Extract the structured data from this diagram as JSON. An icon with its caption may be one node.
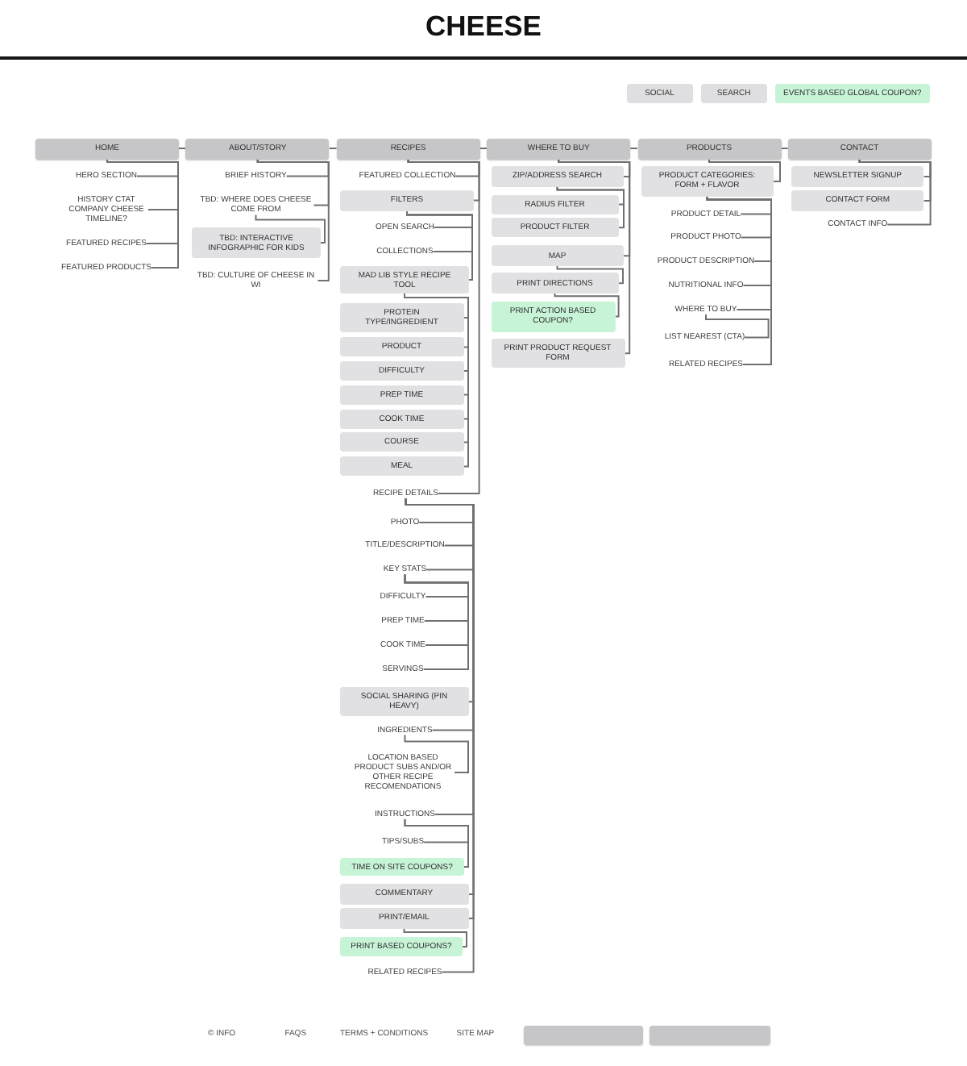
{
  "diagram": {
    "title": "CHEESE",
    "nodes": [
      {
        "text": [
          "SOCIAL"
        ]
      },
      {
        "text": [
          "SEARCH"
        ]
      },
      {
        "text": [
          "EVENTS BASED GLOBAL COUPON?"
        ]
      },
      {
        "text": [
          "HOME"
        ]
      },
      {
        "text": [
          "ABOUT/STORY"
        ]
      },
      {
        "text": [
          "RECIPES"
        ]
      },
      {
        "text": [
          "WHERE TO BUY"
        ]
      },
      {
        "text": [
          "PRODUCTS"
        ]
      },
      {
        "text": [
          "CONTACT"
        ]
      },
      {
        "text": [
          "HERO SECTION"
        ]
      },
      {
        "text": [
          "HISTORY CTAT COMPANY CHEESE TIMELINE?"
        ]
      },
      {
        "text": [
          "FEATURED RECIPES"
        ]
      },
      {
        "text": [
          "FEATURED PRODUCTS"
        ]
      },
      {
        "text": [
          "BRIEF HISTORY"
        ]
      },
      {
        "text": [
          "TBD: WHERE DOES CHEESE COME FROM"
        ]
      },
      {
        "text": [
          "TBD: INTERACTIVE INFOGRAPHIC FOR KIDS"
        ]
      },
      {
        "text": [
          "TBD: CULTURE OF CHEESE IN WI"
        ]
      },
      {
        "text": [
          "FEATURED COLLECTION"
        ]
      },
      {
        "text": [
          "FILTERS"
        ]
      },
      {
        "text": [
          "OPEN SEARCH"
        ]
      },
      {
        "text": [
          "COLLECTIONS"
        ]
      },
      {
        "text": [
          "MAD LIB STYLE RECIPE TOOL"
        ]
      },
      {
        "text": [
          "PROTEIN TYPE/INGREDIENT"
        ]
      },
      {
        "text": [
          "PRODUCT"
        ]
      },
      {
        "text": [
          "DIFFICULTY"
        ]
      },
      {
        "text": [
          "PREP TIME"
        ]
      },
      {
        "text": [
          "COOK TIME"
        ]
      },
      {
        "text": [
          "COURSE"
        ]
      },
      {
        "text": [
          "MEAL"
        ]
      },
      {
        "text": [
          "RECIPE DETAILS"
        ]
      },
      {
        "text": [
          "PHOTO"
        ]
      },
      {
        "text": [
          "TITLE/DESCRIPTION"
        ]
      },
      {
        "text": [
          "KEY STATS"
        ]
      },
      {
        "text": [
          "DIFFICULTY"
        ]
      },
      {
        "text": [
          "PREP TIME"
        ]
      },
      {
        "text": [
          "COOK TIME"
        ]
      },
      {
        "text": [
          "SERVINGS"
        ]
      },
      {
        "text": [
          "SOCIAL SHARING (PIN HEAVY)"
        ]
      },
      {
        "text": [
          "INGREDIENTS"
        ]
      },
      {
        "text": [
          "LOCATION BASED PRODUCT SUBS AND/OR OTHER RECIPE RECOMENDATIONS"
        ]
      },
      {
        "text": [
          "INSTRUCTIONS"
        ]
      },
      {
        "text": [
          "TIPS/SUBS"
        ]
      },
      {
        "text": [
          "TIME ON SITE COUPONS?"
        ]
      },
      {
        "text": [
          "COMMENTARY"
        ]
      },
      {
        "text": [
          "PRINT/EMAIL"
        ]
      },
      {
        "text": [
          "PRINT BASED COUPONS?"
        ]
      },
      {
        "text": [
          "RELATED RECIPES"
        ]
      },
      {
        "text": [
          "ZIP/ADDRESS SEARCH"
        ]
      },
      {
        "text": [
          "RADIUS FILTER"
        ]
      },
      {
        "text": [
          "PRODUCT FILTER"
        ]
      },
      {
        "text": [
          "MAP"
        ]
      },
      {
        "text": [
          "PRINT DIRECTIONS"
        ]
      },
      {
        "text": [
          "PRINT ACTION BASED COUPON?"
        ]
      },
      {
        "text": [
          "PRINT PRODUCT REQUEST FORM"
        ]
      },
      {
        "text": [
          "PRODUCT CATEGORIES: FORM + FLAVOR"
        ]
      },
      {
        "text": [
          "PRODUCT DETAIL"
        ]
      },
      {
        "text": [
          "PRODUCT PHOTO"
        ]
      },
      {
        "text": [
          "PRODUCT DESCRIPTION"
        ]
      },
      {
        "text": [
          "NUTRITIONAL INFO"
        ]
      },
      {
        "text": [
          "WHERE TO BUY"
        ]
      },
      {
        "text": [
          "LIST NEAREST (CTA)"
        ]
      },
      {
        "text": [
          "RELATED RECIPES"
        ]
      },
      {
        "text": [
          "NEWSLETTER SIGNUP"
        ]
      },
      {
        "text": [
          "CONTACT FORM"
        ]
      },
      {
        "text": [
          "CONTACT INFO"
        ]
      },
      {
        "text": [],
        "shape": "box"
      },
      {
        "text": [],
        "shape": "box"
      }
    ],
    "edges": [
      {
        "from": 3,
        "to": 4,
        "arrow": "none"
      },
      {
        "from": 4,
        "to": 5,
        "arrow": "none"
      },
      {
        "from": 5,
        "to": 6,
        "arrow": "none"
      },
      {
        "from": 6,
        "to": 7,
        "arrow": "none"
      },
      {
        "from": 7,
        "to": 8,
        "arrow": "none"
      },
      {
        "from": 3,
        "to": 9,
        "arrow": "none"
      },
      {
        "from": 3,
        "to": 10,
        "arrow": "none"
      },
      {
        "from": 3,
        "to": 11,
        "arrow": "none"
      },
      {
        "from": 3,
        "to": 12,
        "arrow": "none"
      },
      {
        "from": 4,
        "to": 13,
        "arrow": "none"
      },
      {
        "from": 4,
        "to": 14,
        "arrow": "none"
      },
      {
        "from": 14,
        "to": 15,
        "arrow": "none"
      },
      {
        "from": 4,
        "to": 16,
        "arrow": "none"
      },
      {
        "from": 5,
        "to": 17,
        "arrow": "none"
      },
      {
        "from": 5,
        "to": 18,
        "arrow": "none"
      },
      {
        "from": 18,
        "to": 19,
        "arrow": "none"
      },
      {
        "from": 18,
        "to": 20,
        "arrow": "none"
      },
      {
        "from": 18,
        "to": 21,
        "arrow": "none"
      },
      {
        "from": 21,
        "to": 22,
        "arrow": "none"
      },
      {
        "from": 21,
        "to": 23,
        "arrow": "none"
      },
      {
        "from": 21,
        "to": 24,
        "arrow": "none"
      },
      {
        "from": 21,
        "to": 25,
        "arrow": "none"
      },
      {
        "from": 21,
        "to": 26,
        "arrow": "none"
      },
      {
        "from": 21,
        "to": 27,
        "arrow": "none"
      },
      {
        "from": 21,
        "to": 28,
        "arrow": "none"
      },
      {
        "from": 5,
        "to": 29,
        "arrow": "none"
      },
      {
        "from": 29,
        "to": 30,
        "arrow": "none"
      },
      {
        "from": 29,
        "to": 31,
        "arrow": "none"
      },
      {
        "from": 29,
        "to": 32,
        "arrow": "none"
      },
      {
        "from": 32,
        "to": 33,
        "arrow": "none"
      },
      {
        "from": 32,
        "to": 34,
        "arrow": "none"
      },
      {
        "from": 32,
        "to": 35,
        "arrow": "none"
      },
      {
        "from": 32,
        "to": 36,
        "arrow": "none"
      },
      {
        "from": 29,
        "to": 37,
        "arrow": "none"
      },
      {
        "from": 29,
        "to": 38,
        "arrow": "none"
      },
      {
        "from": 38,
        "to": 39,
        "arrow": "none"
      },
      {
        "from": 29,
        "to": 40,
        "arrow": "none"
      },
      {
        "from": 40,
        "to": 41,
        "arrow": "none"
      },
      {
        "from": 40,
        "to": 42,
        "arrow": "none"
      },
      {
        "from": 29,
        "to": 43,
        "arrow": "none"
      },
      {
        "from": 29,
        "to": 44,
        "arrow": "none"
      },
      {
        "from": 44,
        "to": 45,
        "arrow": "none"
      },
      {
        "from": 29,
        "to": 46,
        "arrow": "none"
      },
      {
        "from": 6,
        "to": 47,
        "arrow": "none"
      },
      {
        "from": 47,
        "to": 48,
        "arrow": "none"
      },
      {
        "from": 47,
        "to": 49,
        "arrow": "none"
      },
      {
        "from": 6,
        "to": 50,
        "arrow": "none"
      },
      {
        "from": 50,
        "to": 51,
        "arrow": "none"
      },
      {
        "from": 51,
        "to": 52,
        "arrow": "none"
      },
      {
        "from": 6,
        "to": 53,
        "arrow": "none"
      },
      {
        "from": 7,
        "to": 54,
        "arrow": "none"
      },
      {
        "from": 54,
        "to": 55,
        "arrow": "none"
      },
      {
        "from": 54,
        "to": 56,
        "arrow": "none"
      },
      {
        "from": 54,
        "to": 57,
        "arrow": "none"
      },
      {
        "from": 54,
        "to": 58,
        "arrow": "none"
      },
      {
        "from": 54,
        "to": 59,
        "arrow": "none"
      },
      {
        "from": 59,
        "to": 60,
        "arrow": "none"
      },
      {
        "from": 54,
        "to": 61,
        "arrow": "none"
      },
      {
        "from": 8,
        "to": 62,
        "arrow": "none"
      },
      {
        "from": 8,
        "to": 63,
        "arrow": "none"
      },
      {
        "from": 8,
        "to": 64,
        "arrow": "none"
      }
    ],
    "labels": [
      "© INFO",
      "FAQS",
      "TERMS + CONDITIONS",
      "SITE MAP"
    ]
  }
}
